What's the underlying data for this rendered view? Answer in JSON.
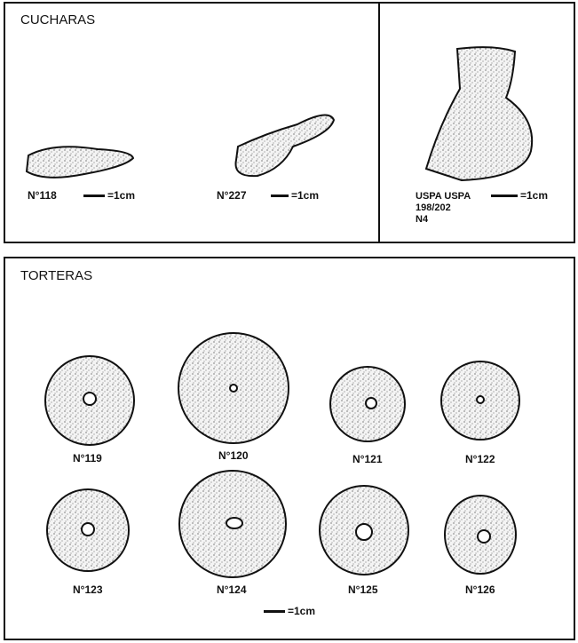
{
  "cucharas": {
    "title": "CUCHARAS",
    "items": [
      {
        "label": "N°118",
        "scale": "=1cm"
      },
      {
        "label": "N°227",
        "scale": "=1cm"
      },
      {
        "label_lines": [
          "USPA USPA",
          "198/202",
          "N4"
        ],
        "scale": "=1cm"
      }
    ]
  },
  "torteras": {
    "title": "TORTERAS",
    "items": [
      {
        "label": "N°119"
      },
      {
        "label": "N°120"
      },
      {
        "label": "N°121"
      },
      {
        "label": "N°122"
      },
      {
        "label": "N°123"
      },
      {
        "label": "N°124"
      },
      {
        "label": "N°125"
      },
      {
        "label": "N°126"
      }
    ],
    "scale": "=1cm"
  }
}
